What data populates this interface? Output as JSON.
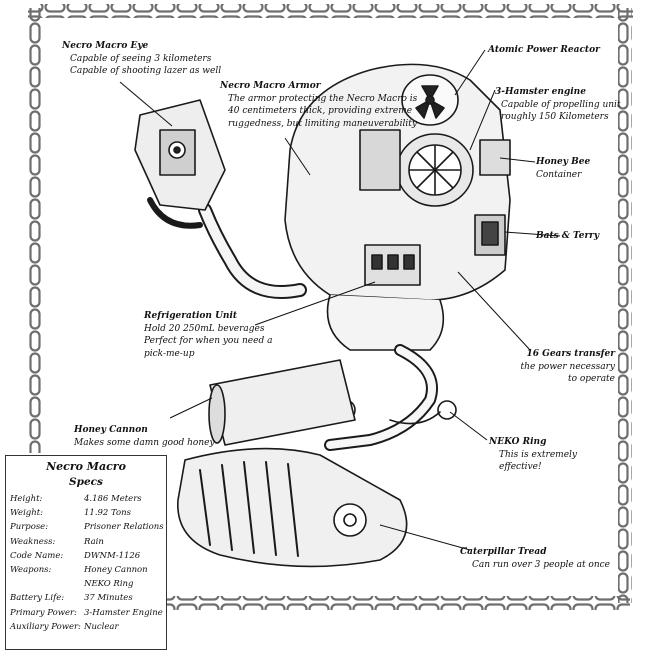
{
  "labels": {
    "eye": {
      "title": "Necro Macro Eye",
      "lines": [
        "Capable of seeing 3 kilometers",
        "Capable of shooting lazer as well"
      ]
    },
    "armor": {
      "title": "Necro Macro Armor",
      "lines": [
        "The armor protecting the Necro Macro is",
        "40 centimeters thick, providing extreme",
        "ruggedness, but limiting maneuverability"
      ]
    },
    "reactor": {
      "title": "Atomic Power Reactor",
      "lines": []
    },
    "hamster": {
      "title": "3-Hamster engine",
      "lines": [
        "Capable of propelling unit",
        "roughly 150 Kilometers"
      ]
    },
    "honeybee": {
      "title": "Honey Bee",
      "lines": [
        "Container"
      ]
    },
    "bats": {
      "title": "Bats & Terry",
      "lines": []
    },
    "refrigeration": {
      "title": "Refrigeration Unit",
      "lines": [
        "Hold 20 250mL beverages",
        "Perfect for when you need a",
        "pick-me-up"
      ]
    },
    "gears": {
      "title": "16 Gears transfer",
      "lines": [
        "the power necessary",
        "to operate"
      ]
    },
    "cannon": {
      "title": "Honey Cannon",
      "lines": [
        "Makes some damn good honey"
      ]
    },
    "neko": {
      "title": "NEKO Ring",
      "lines": [
        "This is extremely",
        "effective!"
      ]
    },
    "tread": {
      "title": "Caterpillar Tread",
      "lines": [
        "Can run over 3 people at once"
      ]
    }
  },
  "specs": {
    "title": "Necro Macro",
    "subtitle": "Specs",
    "rows": [
      {
        "key": "Height:",
        "value": "4.186 Meters"
      },
      {
        "key": "Weight:",
        "value": "11.92 Tons"
      },
      {
        "key": "Purpose:",
        "value": "Prisoner Relations"
      },
      {
        "key": "Weakness:",
        "value": "Rain"
      },
      {
        "key": "Code Name:",
        "value": "DWNM-1126"
      },
      {
        "key": "Weapons:",
        "value": "Honey Cannon"
      },
      {
        "key": "",
        "value": "NEKO Ring"
      },
      {
        "key": "Battery Life:",
        "value": "37 Minutes"
      },
      {
        "key": "Primary Power:",
        "value": "3-Hamster Engine"
      },
      {
        "key": "Auxiliary Power:",
        "value": "Nuclear"
      }
    ]
  }
}
